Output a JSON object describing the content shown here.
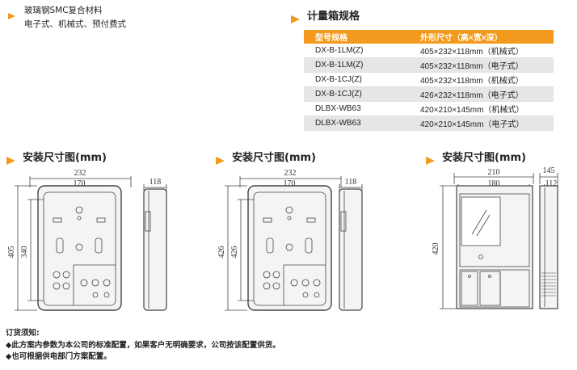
{
  "intro": {
    "lines": [
      "玻璃钢SMC复合材料",
      "电子式、机械式、预付费式"
    ]
  },
  "spec": {
    "title": "计量箱规格",
    "headers": [
      "型号规格",
      "外形尺寸（高×宽×深）"
    ],
    "rows": [
      [
        "DX-B-1LM(Z)",
        "405×232×118mm（机械式）"
      ],
      [
        "DX-B-1LM(Z)",
        "405×232×118mm（电子式）"
      ],
      [
        "DX-B-1CJ(Z)",
        "405×232×118mm（机械式）"
      ],
      [
        "DX-B-1CJ(Z)",
        "426×232×118mm（电子式）"
      ],
      [
        "DLBX-WB63",
        "420×210×145mm（机械式）"
      ],
      [
        "DLBX-WB63",
        "420×210×145mm（电子式）"
      ]
    ]
  },
  "drawings": [
    {
      "title": "安装尺寸图(mm)",
      "width": "232",
      "inner_width": "170",
      "depth": "118",
      "height": "405",
      "inner_height": "340"
    },
    {
      "title": "安装尺寸图(mm)",
      "width": "232",
      "inner_width": "170",
      "depth": "118",
      "height": "426",
      "inner_height": "426"
    },
    {
      "title": "安装尺寸图(mm)",
      "width": "210",
      "inner_width": "180",
      "depth": "145",
      "inner_depth": "112",
      "height": "420"
    }
  ],
  "notes": {
    "heading": "订货须知:",
    "items": [
      "◆此方案内参数为本公司的标准配置，如果客户无明确要求，公司按该配置供货。",
      "◆也可根据供电部门方案配置。"
    ]
  },
  "colors": {
    "accent": "#f39a1e",
    "row_alt": "#e6e6e6",
    "line": "#444444"
  }
}
